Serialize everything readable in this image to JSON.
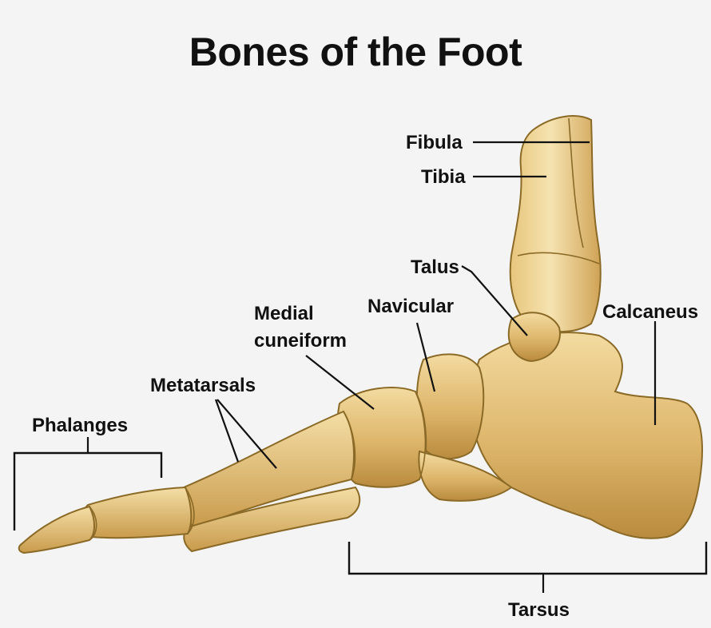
{
  "title": "Bones of the Foot",
  "labels": {
    "fibula": "Fibula",
    "tibia": "Tibia",
    "talus": "Talus",
    "calcaneus": "Calcaneus",
    "navicular": "Navicular",
    "medial_cuneiform_line1": "Medial",
    "medial_cuneiform_line2": "cuneiform",
    "metatarsals": "Metatarsals",
    "phalanges": "Phalanges",
    "tarsus": "Tarsus"
  },
  "colors": {
    "bone_light": "#f0d48e",
    "bone_mid": "#d9b064",
    "bone_dark": "#b88a3c",
    "outline": "#8a6a26",
    "background": "#f4f4f4",
    "text": "#111111"
  }
}
